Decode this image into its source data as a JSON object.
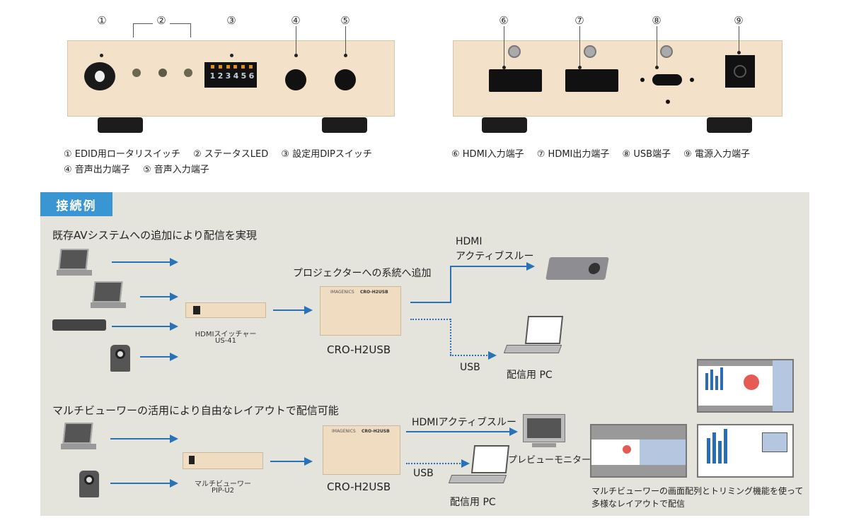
{
  "front_panel": {
    "callouts": [
      "①",
      "②",
      "③",
      "④",
      "⑤"
    ],
    "dip_numbers": [
      "1",
      "2",
      "3",
      "4",
      "5",
      "6"
    ]
  },
  "rear_panel": {
    "callouts": [
      "⑥",
      "⑦",
      "⑧",
      "⑨"
    ]
  },
  "legend_front": {
    "line1": [
      "① EDID用ロータリスイッチ",
      "② ステータスLED",
      "③ 設定用DIPスイッチ"
    ],
    "line2": [
      "④ 音声出力端子",
      "⑤ 音声入力端子"
    ]
  },
  "legend_rear": [
    "⑥ HDMI入力端子",
    "⑦ HDMI出力端子",
    "⑧ USB端子",
    "⑨ 電源入力端子"
  ],
  "section": {
    "badge": "接続例",
    "example1": {
      "title": "既存AVシステムへの追加により配信を実現",
      "switcher_name": "HDMIスイッチャー",
      "switcher_model": "US-41",
      "projector_caption": "プロジェクターへの系統へ追加",
      "device_label": "CRO-H2USB",
      "hdmi_label_line1": "HDMI",
      "hdmi_label_line2": "アクティブスルー",
      "usb_label": "USB",
      "pc_label": "配信用 PC"
    },
    "example2": {
      "title": "マルチビューワーの活用により自由なレイアウトで配信可能",
      "viewer_name": "マルチビューワー",
      "viewer_model": "PIP-U2",
      "device_label": "CRO-H2USB",
      "hdmi_label": "HDMIアクティブスルー",
      "usb_label": "USB",
      "monitor_label": "プレビューモニター",
      "pc_label": "配信用 PC",
      "layout_caption_line1": "マルチビューワーの画面配列とトリミング機能を使って",
      "layout_caption_line2": "多様なレイアウトで配信"
    },
    "device_brand": "IMAGENICS",
    "device_model_print": "CRO-H2USB"
  },
  "colors": {
    "accent": "#3a95d3",
    "arrow": "#2a72b8",
    "chassis": "#f3e2c9",
    "section_bg": "#e4e3dc"
  }
}
